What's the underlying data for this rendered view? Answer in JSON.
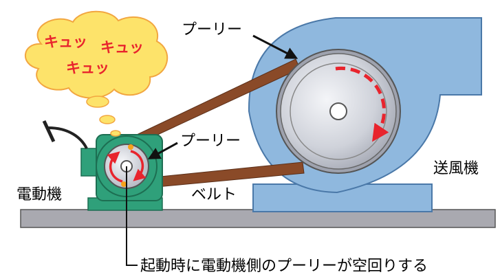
{
  "labels": {
    "motor_pulley": "プーリー",
    "fan_pulley": "プーリー",
    "motor": "電動機",
    "belt": "ベルト",
    "fan": "送風機",
    "caption": "起動時に電動機側のプーリーが空回りする"
  },
  "sound_effect": {
    "words": [
      "キュッ",
      "キュッ",
      "キュッ"
    ]
  },
  "colors": {
    "fan_body": "#8fb8de",
    "fan_outline": "#4a78a8",
    "pulley_light": "#e4e6ec",
    "pulley_mid": "#b9bcc8",
    "belt": "#8a4a28",
    "motor": "#2fa07a",
    "motor_dark": "#1d6e52",
    "base": "#a9a9b0",
    "bubble": "#fde36a",
    "bubble_outline": "#f2a640",
    "arrow_red": "#e8242d",
    "spark": "#f7a21b"
  }
}
